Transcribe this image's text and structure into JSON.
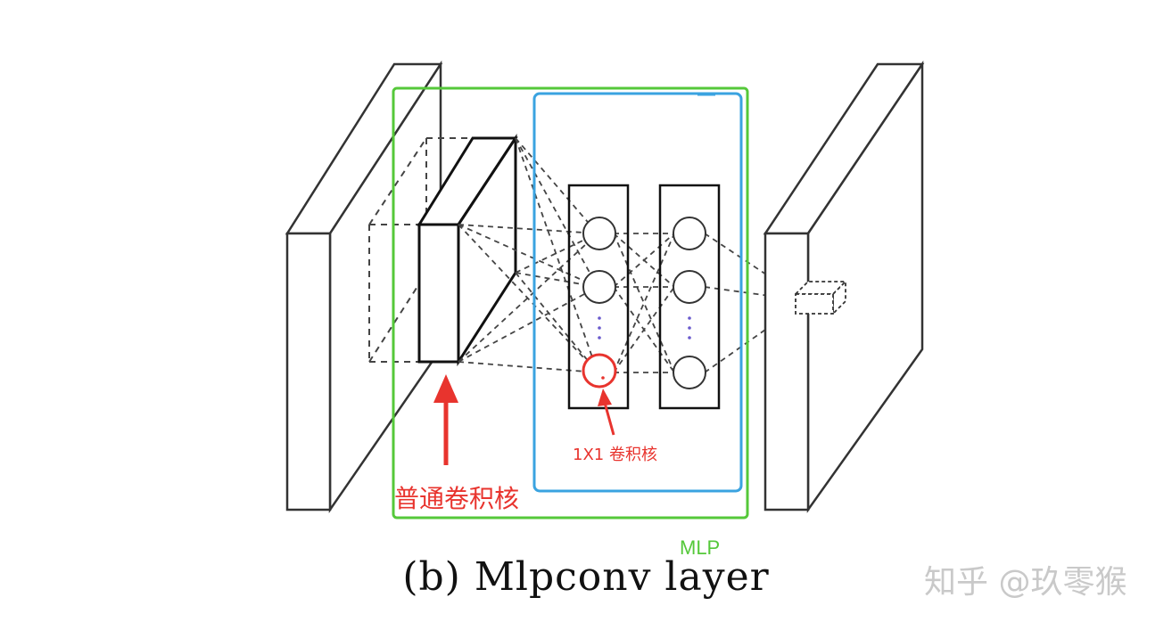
{
  "caption": "(b) Mlpconv layer",
  "labels": {
    "mlp": "MLP",
    "normal_kernel": "普通卷积核",
    "one_by_one_kernel": "1X1 卷积核"
  },
  "watermark": "知乎 @玖零猴",
  "colors": {
    "mlp_box": "#55c83a",
    "inner_box": "#3aa3e0",
    "annotation": "#e8342e",
    "lines": "#333333"
  }
}
